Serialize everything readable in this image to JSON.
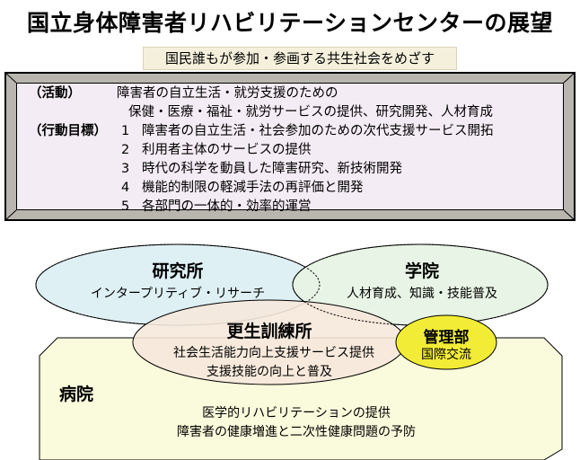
{
  "title": "国立身体障害者リハビリテーションセンターの展望",
  "mission": "国民誰もが参加・参画する共生社会をめざす",
  "activity": {
    "label": "（活動）",
    "lines": [
      "障害者の自立生活・就労支援のための",
      "保健・医療・福祉・就労サービスの提供、研究開発、人材育成"
    ]
  },
  "goals": {
    "label": "（行動目標）",
    "items": [
      {
        "num": "1",
        "text": "障害者の自立生活・社会参加のための次代支援サービス開拓"
      },
      {
        "num": "2",
        "text": "利用者主体のサービスの提供"
      },
      {
        "num": "3",
        "text": "時代の科学を動員した障害研究、新技術開発"
      },
      {
        "num": "4",
        "text": "機能的制限の軽減手法の再評価と開発"
      },
      {
        "num": "5",
        "text": "各部門の一体的・効率的運営"
      }
    ]
  },
  "diagram": {
    "research": {
      "name": "研究所",
      "desc": "インタープリティブ・リサーチ"
    },
    "academy": {
      "name": "学院",
      "desc": "人材育成、知識・技能普及"
    },
    "training": {
      "name": "更生訓練所",
      "desc1": "社会生活能力向上支援サービス提供",
      "desc2": "支援技能の向上と普及"
    },
    "admin": {
      "name": "管理部",
      "desc": "国際交流"
    },
    "hospital": {
      "name": "病院",
      "desc1": "医学的リハビリテーションの提供",
      "desc2": "障害者の健康増進と二次性健康問題の予防"
    }
  },
  "colors": {
    "frame": "#b8b6ae",
    "frame_inner": "#f4ecf4",
    "research": "#dff0f4",
    "academy": "#e6f3e3",
    "hospital": "#fafadc",
    "training": "#f6e8dc",
    "admin": "#f2ec36"
  }
}
